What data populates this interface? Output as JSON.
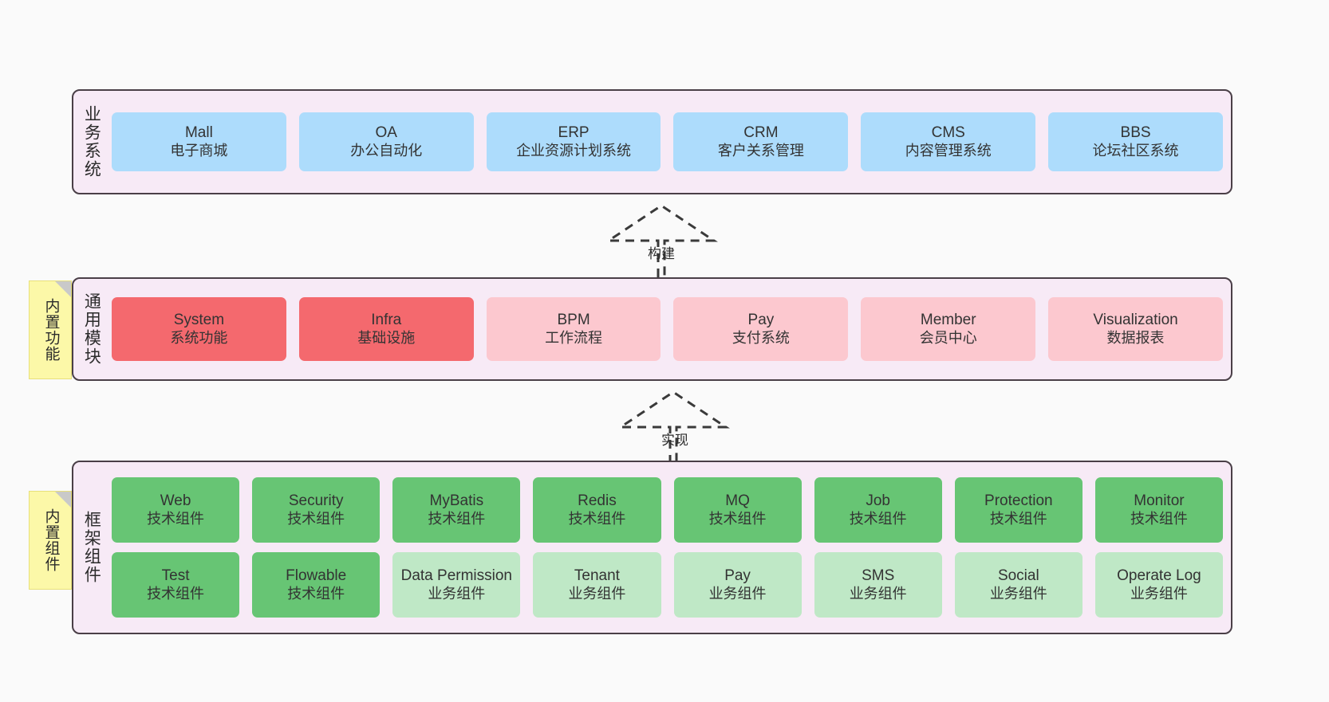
{
  "colors": {
    "canvas": "#fafafa",
    "panel": "#f7eaf6",
    "panel_border": "#4a3f47",
    "blue": "#addcfc",
    "red": "#f4696e",
    "pink": "#fcc8cf",
    "green": "#67c574",
    "green_light": "#bfe8c6",
    "note": "#fcf8a8",
    "note_fold": "#c9c9c9",
    "text": "#2b2b2b"
  },
  "layers": {
    "business": {
      "title": "业务系统",
      "cards": [
        {
          "name": "Mall",
          "desc": "电子商城"
        },
        {
          "name": "OA",
          "desc": "办公自动化"
        },
        {
          "name": "ERP",
          "desc": "企业资源计划系统"
        },
        {
          "name": "CRM",
          "desc": "客户关系管理"
        },
        {
          "name": "CMS",
          "desc": "内容管理系统"
        },
        {
          "name": "BBS",
          "desc": "论坛社区系统"
        }
      ]
    },
    "modules": {
      "title": "通用模块",
      "note": "内置功能",
      "cards": [
        {
          "name": "System",
          "desc": "系统功能"
        },
        {
          "name": "Infra",
          "desc": "基础设施"
        },
        {
          "name": "BPM",
          "desc": "工作流程"
        },
        {
          "name": "Pay",
          "desc": "支付系统"
        },
        {
          "name": "Member",
          "desc": "会员中心"
        },
        {
          "name": "Visualization",
          "desc": "数据报表"
        }
      ]
    },
    "framework": {
      "title": "框架组件",
      "note": "内置组件",
      "row1": [
        {
          "name": "Web",
          "desc": "技术组件"
        },
        {
          "name": "Security",
          "desc": "技术组件"
        },
        {
          "name": "MyBatis",
          "desc": "技术组件"
        },
        {
          "name": "Redis",
          "desc": "技术组件"
        },
        {
          "name": "MQ",
          "desc": "技术组件"
        },
        {
          "name": "Job",
          "desc": "技术组件"
        },
        {
          "name": "Protection",
          "desc": "技术组件"
        },
        {
          "name": "Monitor",
          "desc": "技术组件"
        }
      ],
      "row2": [
        {
          "name": "Test",
          "desc": "技术组件"
        },
        {
          "name": "Flowable",
          "desc": "技术组件"
        },
        {
          "name": "Data Permission",
          "desc": "业务组件"
        },
        {
          "name": "Tenant",
          "desc": "业务组件"
        },
        {
          "name": "Pay",
          "desc": "业务组件"
        },
        {
          "name": "SMS",
          "desc": "业务组件"
        },
        {
          "name": "Social",
          "desc": "业务组件"
        },
        {
          "name": "Operate Log",
          "desc": "业务组件"
        }
      ]
    }
  },
  "connectors": [
    {
      "label": "构建",
      "from": "通用模块",
      "to": "业务系统",
      "style": "dashed-hollow-triangle"
    },
    {
      "label": "实现",
      "from": "框架组件",
      "to": "通用模块",
      "style": "dashed-hollow-triangle"
    }
  ]
}
